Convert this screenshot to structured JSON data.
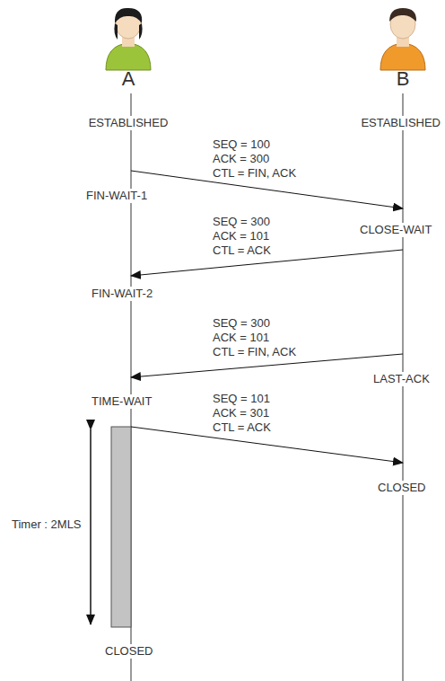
{
  "diagram": {
    "labels": [
      "A",
      "B",
      "ESTABLISHED",
      "ESTABLISHED",
      "SEQ = 100",
      "ACK = 300",
      "CTL = FIN, ACK",
      "FIN-WAIT-1",
      "SEQ = 300",
      "ACK = 101",
      "CTL = ACK",
      "CLOSE-WAIT",
      "FIN-WAIT-2",
      "SEQ = 300",
      "ACK = 101",
      "CTL = FIN, ACK",
      "LAST-ACK",
      "TIME-WAIT",
      "SEQ = 101",
      "ACK = 301",
      "CTL = ACK",
      "CLOSED",
      "Timer : 2MLS",
      "CLOSED"
    ]
  }
}
